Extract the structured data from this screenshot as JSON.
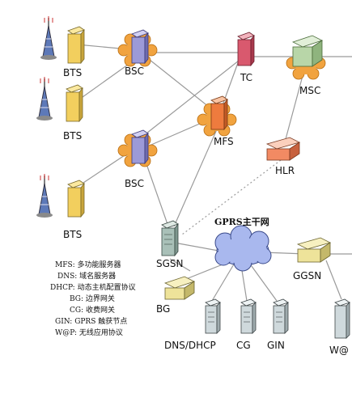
{
  "nodes": {
    "bts1": "BTS",
    "bts2": "BTS",
    "bts3": "BTS",
    "bsc1": "BSC",
    "bsc2": "BSC",
    "tc": "TC",
    "msc": "MSC",
    "mfs": "MFS",
    "hlr": "HLR",
    "sgsn": "SGSN",
    "ggsn": "GGSN",
    "bg": "BG",
    "dns_dhcp": "DNS/DHCP",
    "cg": "CG",
    "gin": "GIN",
    "wap": "W@"
  },
  "cloud_label": "GPRS主干网",
  "legend": [
    "MFS: 多功能服务器",
    "DNS: 域名服务器",
    "DHCP: 动态主机配置协议",
    "BG: 边界网关",
    "CG: 收费网关",
    "GIN: GPRS 触获节点",
    "W@P: 无线应用协议"
  ],
  "colors": {
    "bts_body": "#f2cf5e",
    "bsc_body": "#9c9ad8",
    "tc_body": "#d9596e",
    "msc_body": "#b8d6a8",
    "mfs_body": "#ee7b3e",
    "hlr_body": "#f28a63",
    "server_body": "#cfd9dc",
    "ggsn_body": "#eee39a",
    "cloud": "#a9b8ee",
    "petal": "#f1a33f",
    "link": "#9a9a9a"
  }
}
